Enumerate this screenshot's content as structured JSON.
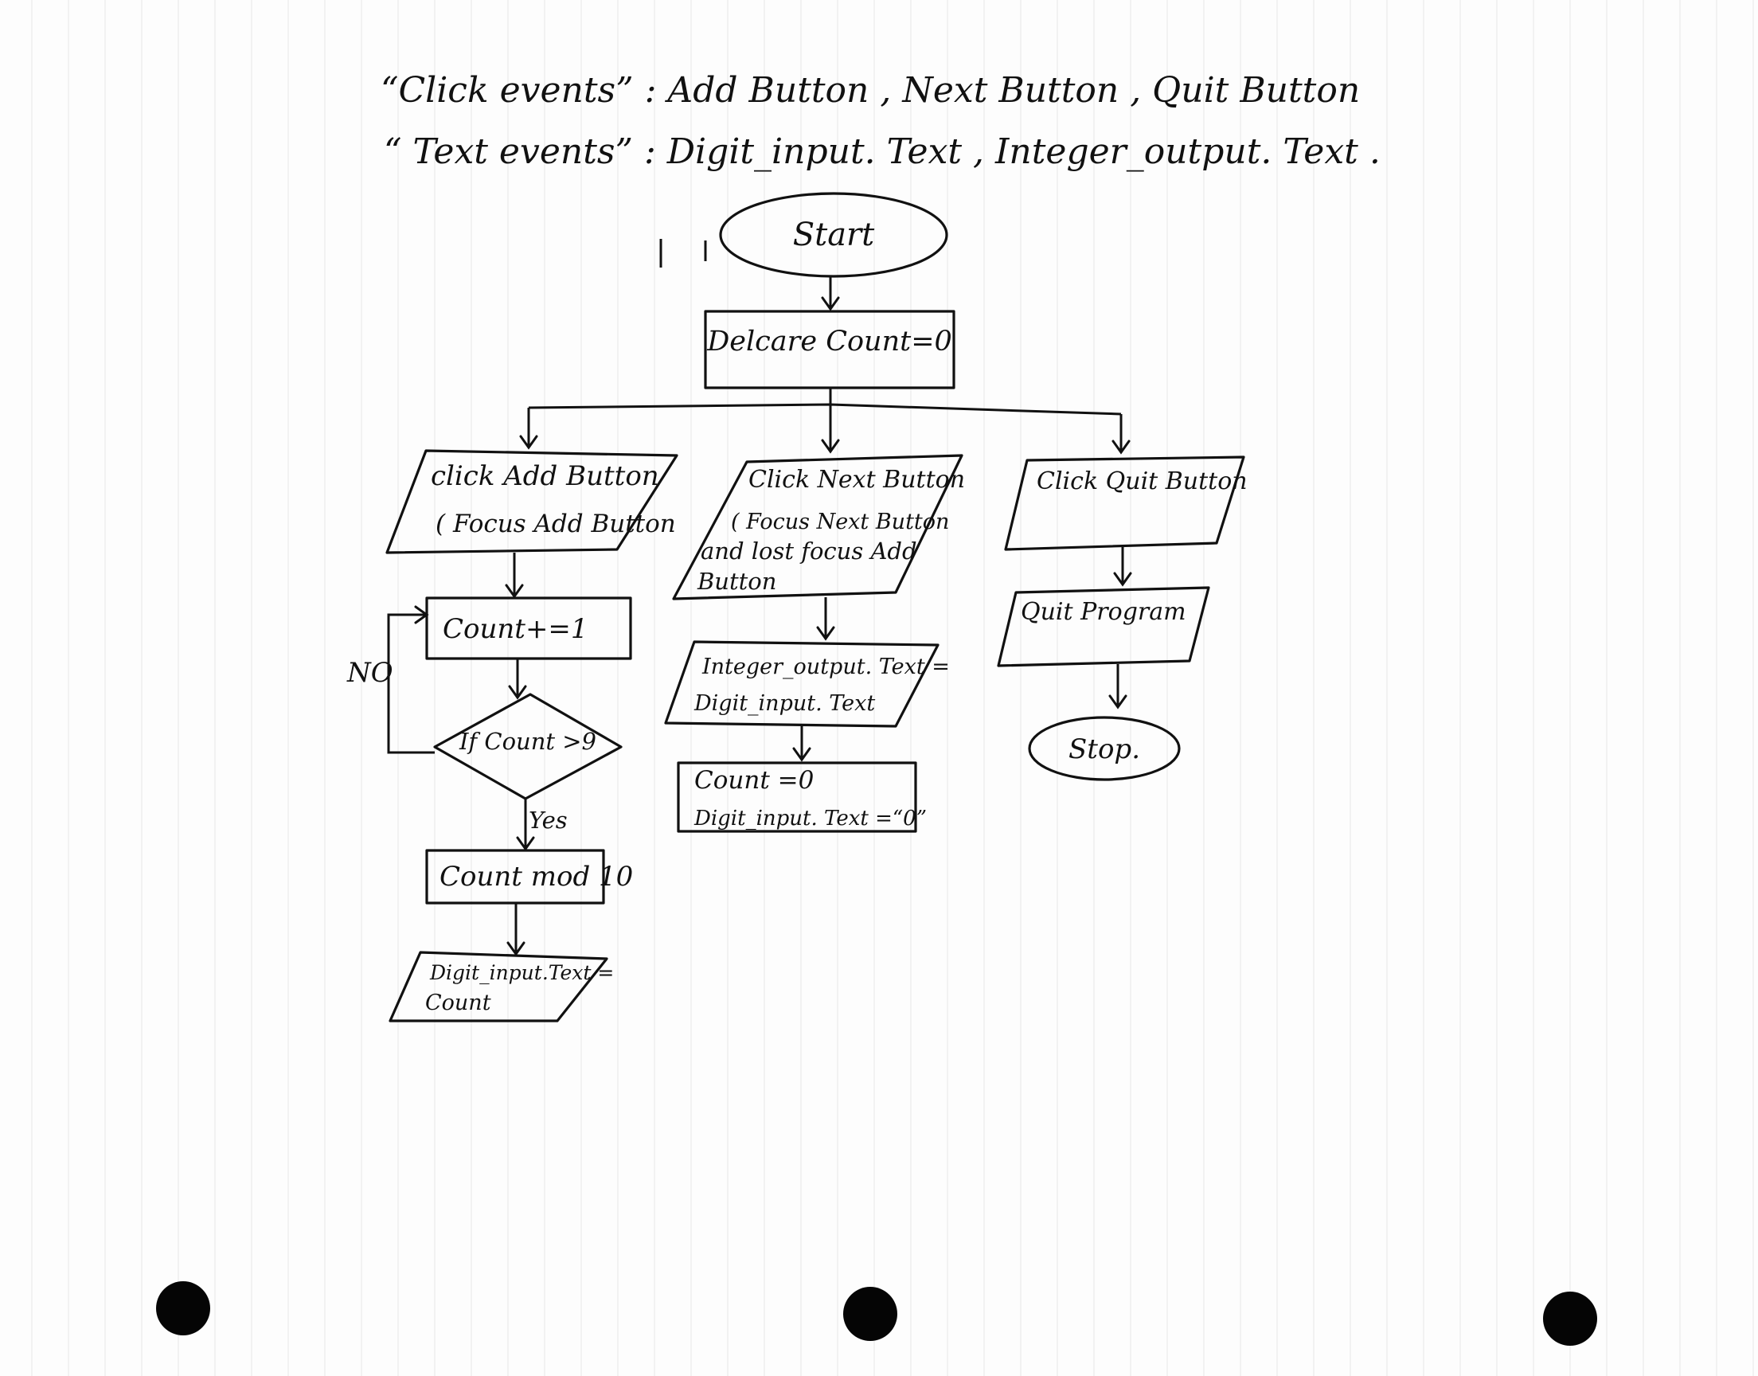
{
  "header": {
    "click_events": "“Click events” : Add Button , Next Button , Quit Button",
    "text_events": "“ Text events” : Digit_input. Text , Integer_output. Text ."
  },
  "nodes": {
    "start": "Start",
    "declare": "Delcare Count=0",
    "add_click_1": "click Add Button",
    "add_click_2": "( Focus Add Button",
    "count_inc": "Count+=1",
    "if_count": "If Count >9",
    "count_mod": "Count mod 10",
    "digit_set_1": "Digit_input.Text =",
    "digit_set_2": "Count",
    "next_click_1": "Click Next Button",
    "next_click_2": "( Focus Next Button",
    "next_click_3": "and lost focus Add",
    "next_click_4": "Button",
    "int_out_1": "Integer_output. Text =",
    "int_out_2": "Digit_input. Text",
    "reset_1": "Count =0",
    "reset_2": "Digit_input. Text =“0”",
    "quit_click": "Click Quit Button",
    "quit_prog": "Quit Program",
    "stop": "Stop."
  },
  "edge_labels": {
    "no": "NO",
    "yes": "Yes"
  }
}
